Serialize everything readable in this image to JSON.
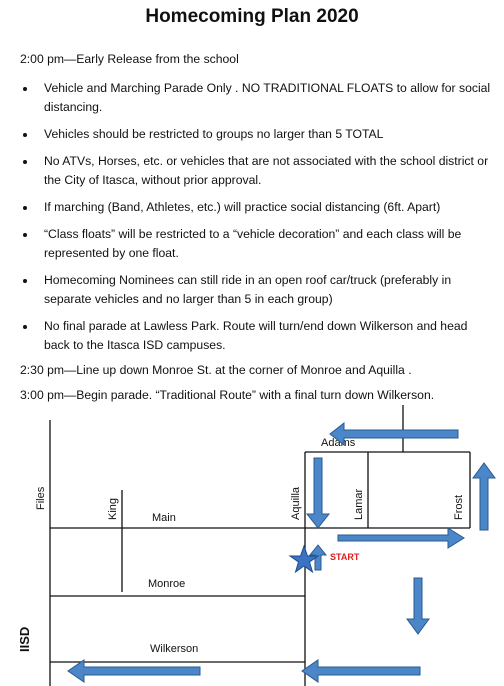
{
  "title": "Homecoming Plan 2020",
  "early_release": "2:00 pm—Early Release from the school",
  "bullets": [
    "Vehicle and Marching Parade Only . NO TRADITIONAL FLOATS to allow for social distancing.",
    "Vehicles should be restricted to groups no larger than 5 TOTAL",
    "No ATVs, Horses, etc. or vehicles that are not associated with the school district or the City of Itasca, without prior approval.",
    "If marching (Band, Athletes, etc.) will practice social distancing  (6ft. Apart)",
    "“Class floats” will be restricted to a “vehicle decoration” and each class will be represented by one float.",
    "Homecoming Nominees can still ride in an open roof car/truck (preferably in separate vehicles and no larger than 5 in each group)",
    "No final parade at Lawless Park. Route will turn/end down Wilkerson and head back to the Itasca ISD campuses."
  ],
  "lineup": "2:30 pm—Line up down Monroe St. at the corner of Monroe and Aquilla .",
  "begin": "3:00 pm—Begin parade. “Traditional Route” with a final turn down Wilkerson.",
  "map": {
    "streets": {
      "adams": "Adams",
      "files": "Files",
      "king": "King",
      "main": "Main",
      "aquilla": "Aquilla",
      "lamar": "Lamar",
      "frost": "Frost",
      "monroe": "Monroe",
      "wilkerson": "Wilkerson"
    },
    "start_label": "START",
    "isd_label": "IISD",
    "colors": {
      "arrow": "#4a86c8",
      "arrow_stroke": "#2a5a8e",
      "star": "#3a72c4",
      "start": "#e02020",
      "isd": "#f5c000"
    }
  }
}
